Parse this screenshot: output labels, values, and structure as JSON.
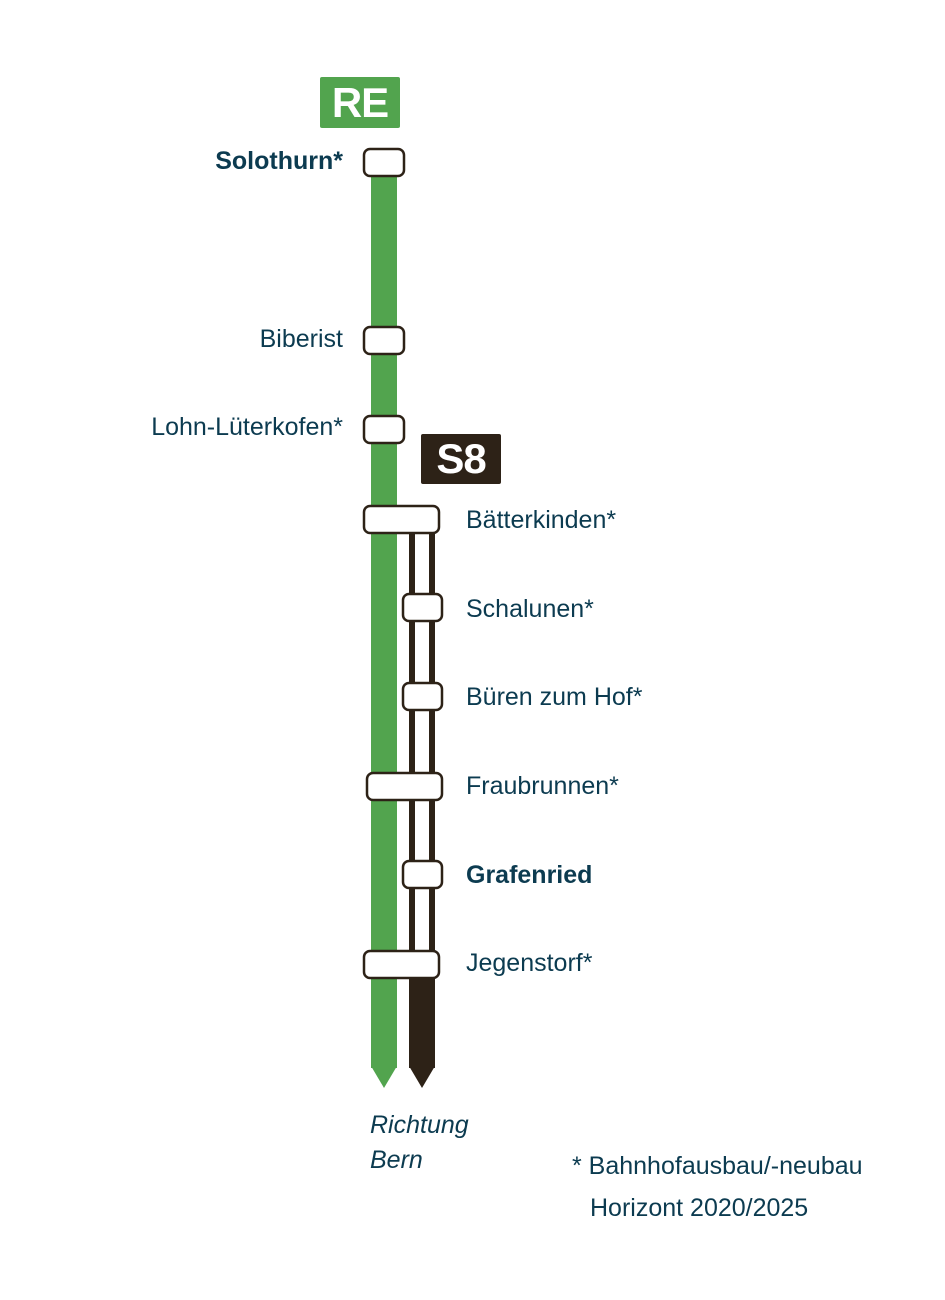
{
  "lines": {
    "re": {
      "label": "RE",
      "color": "#52a44e"
    },
    "s8": {
      "label": "S8",
      "color": "#2d2217"
    }
  },
  "stations": [
    {
      "name": "Solothurn*",
      "bold": true,
      "side": "left",
      "serves": [
        "RE"
      ]
    },
    {
      "name": "Biberist",
      "bold": false,
      "side": "left",
      "serves": [
        "RE"
      ]
    },
    {
      "name": "Lohn-Lüterkofen*",
      "bold": false,
      "side": "left",
      "serves": [
        "RE"
      ]
    },
    {
      "name": "Bätterkinden*",
      "bold": false,
      "side": "right",
      "serves": [
        "RE",
        "S8"
      ]
    },
    {
      "name": "Schalunen*",
      "bold": false,
      "side": "right",
      "serves": [
        "S8"
      ]
    },
    {
      "name": "Büren zum Hof*",
      "bold": false,
      "side": "right",
      "serves": [
        "S8"
      ]
    },
    {
      "name": "Fraubrunnen*",
      "bold": false,
      "side": "right",
      "serves": [
        "RE",
        "S8"
      ]
    },
    {
      "name": "Grafenried",
      "bold": true,
      "side": "right",
      "serves": [
        "S8"
      ]
    },
    {
      "name": "Jegenstorf*",
      "bold": false,
      "side": "right",
      "serves": [
        "RE",
        "S8"
      ]
    }
  ],
  "direction": {
    "line1": "Richtung",
    "line2": "Bern"
  },
  "footnote": {
    "line1": "* Bahnhofausbau/-neubau",
    "line2": "Horizont 2020/2025"
  }
}
